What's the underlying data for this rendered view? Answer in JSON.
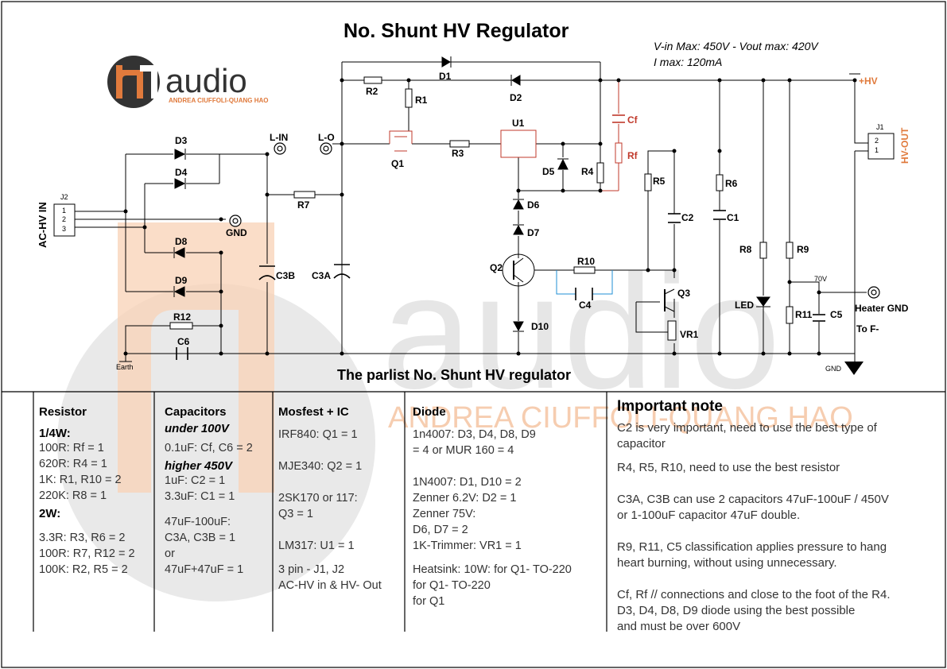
{
  "title": "No. Shunt HV Regulator",
  "subtitle": "The parlist No. Shunt HV regulator",
  "specs": [
    "V-in Max: 450V - Vout max: 420V",
    "I max: 120mA"
  ],
  "logo": {
    "brand": "audio",
    "tagline": "ANDREA CIUFFOLI-QUANG HAO",
    "mark_color": "#333333",
    "accent_color": "#e07a3c"
  },
  "watermark": {
    "text": "audio",
    "tagline": "ANDREA CIUFFOLI-QUANG HAO",
    "color": "#e8e8e8",
    "accent": "#f6c8a8"
  },
  "colors": {
    "wire": "#000000",
    "highlight": "#c0392b",
    "blue_wire": "#1f8fd6",
    "label_orange": "#e07a3c"
  },
  "schematic": {
    "connectors": {
      "j2": "J2",
      "j1": "J1",
      "j2_pins": [
        "1",
        "2",
        "3"
      ],
      "j1_pins": [
        "2",
        "1"
      ],
      "ac_label": "AC-HV IN",
      "hv_out": "HV-OUT",
      "plus_hv": "+HV"
    },
    "terminals": {
      "l_in": "L-IN",
      "l_o": "L-O",
      "gnd": "GND",
      "heater": "Heater GND",
      "to_f": "To F-",
      "earth": "Earth",
      "gnd2": "GND",
      "v70": "70V"
    },
    "labels": {
      "D1": "D1",
      "D2": "D2",
      "D3": "D3",
      "D4": "D4",
      "D5": "D5",
      "D6": "D6",
      "D7": "D7",
      "D8": "D8",
      "D9": "D9",
      "D10": "D10",
      "R1": "R1",
      "R2": "R2",
      "R3": "R3",
      "R4": "R4",
      "R5": "R5",
      "R6": "R6",
      "R7": "R7",
      "R8": "R8",
      "R9": "R9",
      "R10": "R10",
      "R11": "R11",
      "R12": "R12",
      "C1": "C1",
      "C2": "C2",
      "C3A": "C3A",
      "C3B": "C3B",
      "C4": "C4",
      "C5": "C5",
      "C6": "C6",
      "Cf": "Cf",
      "Rf": "Rf",
      "Q1": "Q1",
      "Q2": "Q2",
      "Q3": "Q3",
      "U1": "U1",
      "VR1": "VR1",
      "LED": "LED"
    }
  },
  "columns": {
    "resistor": {
      "heading": "Resistor",
      "g1": "1/4W:",
      "l1": [
        "100R: Rf = 1",
        "620R: R4 = 1",
        "1K: R1, R10 = 2",
        "220K: R8 = 1"
      ],
      "g2": "2W:",
      "l2": [
        "3.3R: R3, R6 = 2",
        "100R: R7, R12 = 2",
        "100K: R2, R5 = 2"
      ]
    },
    "capacitors": {
      "heading": "Capacitors",
      "g1": "under 100V",
      "l1": [
        "0.1uF: Cf, C6 = 2"
      ],
      "g2": "higher 450V",
      "l2": [
        "1uF: C2 = 1",
        "3.3uF: C1 = 1"
      ],
      "l3": [
        "47uF-100uF:",
        "C3A, C3B = 1",
        "or",
        "47uF+47uF = 1"
      ]
    },
    "mosfet": {
      "heading": "Mosfest + IC",
      "a": [
        "IRF840: Q1 = 1"
      ],
      "b": [
        "MJE340: Q2 = 1"
      ],
      "c": [
        "2SK170 or 117:",
        "Q3 = 1"
      ],
      "d": [
        "LM317: U1 = 1"
      ],
      "e": [
        "3 pin - J1, J2",
        "AC-HV in & HV- Out"
      ]
    },
    "diode": {
      "heading": "Diode",
      "a": [
        "1n4007: D3, D4, D8, D9",
        " = 4 or MUR 160 = 4"
      ],
      "b": [
        "1N4007: D1, D10 = 2",
        "Zenner 6.2V: D2 = 1",
        "Zenner 75V:",
        "D6, D7 = 2",
        "1K-Trimmer:  VR1 = 1"
      ],
      "c": [
        "Heatsink: 10W: for Q1- TO-220",
        "for Q1- TO-220",
        "for Q1"
      ]
    },
    "note": {
      "heading": "Important note",
      "p1": [
        "C2 is very important, need to use the best type of",
        "capacitor"
      ],
      "p2": [
        "R4, R5, R10, need to use the best resistor"
      ],
      "p3": [
        "C3A, C3B can use 2 capacitors 47uF-100uF / 450V",
        "or 1-100uF capacitor 47uF double."
      ],
      "p4": [
        "R9, R11, C5 classification applies pressure to hang",
        "heart burning, without using unnecessary."
      ],
      "p5": [
        "Cf, Rf // connections and close to the foot of the R4.",
        "D3, D4, D8, D9 diode using the best possible",
        "and must be over 600V"
      ]
    }
  }
}
